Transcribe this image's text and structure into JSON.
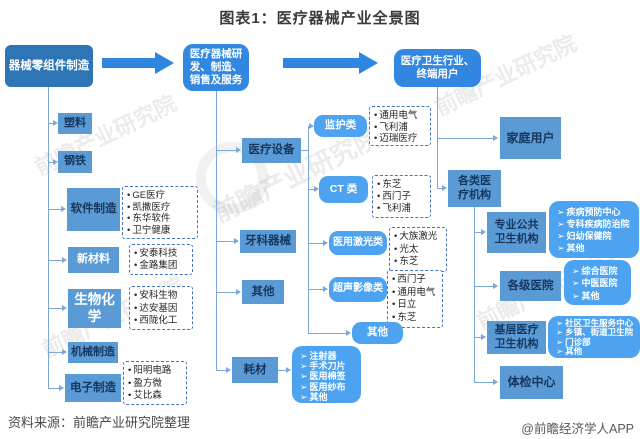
{
  "title": "图表1：医疗器械产业全景图",
  "glyphs": {
    "dot": "•",
    "arrow": "➢"
  },
  "stages": {
    "components": "器械零组件制造",
    "rnd": "医疗器械研\n发、制造、\n销售及服务",
    "endusers": "医疗卫生行业、\n终端用户"
  },
  "left": {
    "plastic": "塑料",
    "steel": "钢铁",
    "software": {
      "label": "软件制造",
      "companies": [
        "GE医疗",
        "凯撒医疗",
        "东华软件",
        "卫宁健康"
      ]
    },
    "materials": {
      "label": "新材料",
      "companies": [
        "安泰科技",
        "金路集团"
      ]
    },
    "biochem": {
      "label": "生物化学",
      "companies": [
        "安科生物",
        "达安基因",
        "西陇化工"
      ]
    },
    "machinery": "机械制造",
    "electronics": {
      "label": "电子制造",
      "companies": [
        "阳明电路",
        "盈方微",
        "艾比森"
      ]
    }
  },
  "middle": {
    "equipment": {
      "label": "医疗设备",
      "subtypes": [
        {
          "label": "监护类",
          "companies": [
            "通用电气",
            "飞利浦",
            "迈瑞医疗"
          ]
        },
        {
          "label": "CT 类",
          "companies": [
            "东芝",
            "西门子",
            "飞利浦"
          ]
        },
        {
          "label": "医用激光类",
          "companies": [
            "大族激光",
            "光太",
            "东芝"
          ]
        },
        {
          "label": "超声影像类",
          "companies": [
            "西门子",
            "通用电气",
            "日立",
            "东芝"
          ]
        },
        {
          "label": "其他"
        }
      ]
    },
    "dental": "牙科器械",
    "other": "其他",
    "consumables": {
      "label": "耗材",
      "items": [
        "注射器",
        "手术刀片",
        "医用棉签",
        "医用纱布",
        "其他"
      ]
    }
  },
  "right": {
    "home": "家庭用户",
    "all_institutions": "各类医\n疗机构",
    "public_health": {
      "label": "专业公共\n卫生机构",
      "items": [
        "疾病预防中心",
        "专科疾病防治院",
        "妇幼保健院",
        "其他"
      ]
    },
    "hospitals": {
      "label": "各级医院",
      "items": [
        "综合医院",
        "中医医院",
        "其他"
      ]
    },
    "grassroots": {
      "label": "基层医疗\n卫生机构",
      "items": [
        "社区卫生服务中心",
        "乡镇、街道卫生院",
        "门诊部",
        "其他"
      ]
    },
    "checkup": "体检中心"
  },
  "footer": {
    "source": "资料来源：前瞻产业研究院整理",
    "credit": "@前瞻经济学人APP"
  },
  "watermark": "前瞻产业研究院",
  "colors": {
    "stage_dark_blue": "#2e75b6",
    "stage_bright_blue": "#3287e1",
    "category_blue": "#5b9bd5",
    "subtype_blue": "#4da3f0",
    "dashed_border_blue": "#4472c4",
    "connector_blue": "#7ca7d8",
    "category_text_navy": "#17375e"
  }
}
